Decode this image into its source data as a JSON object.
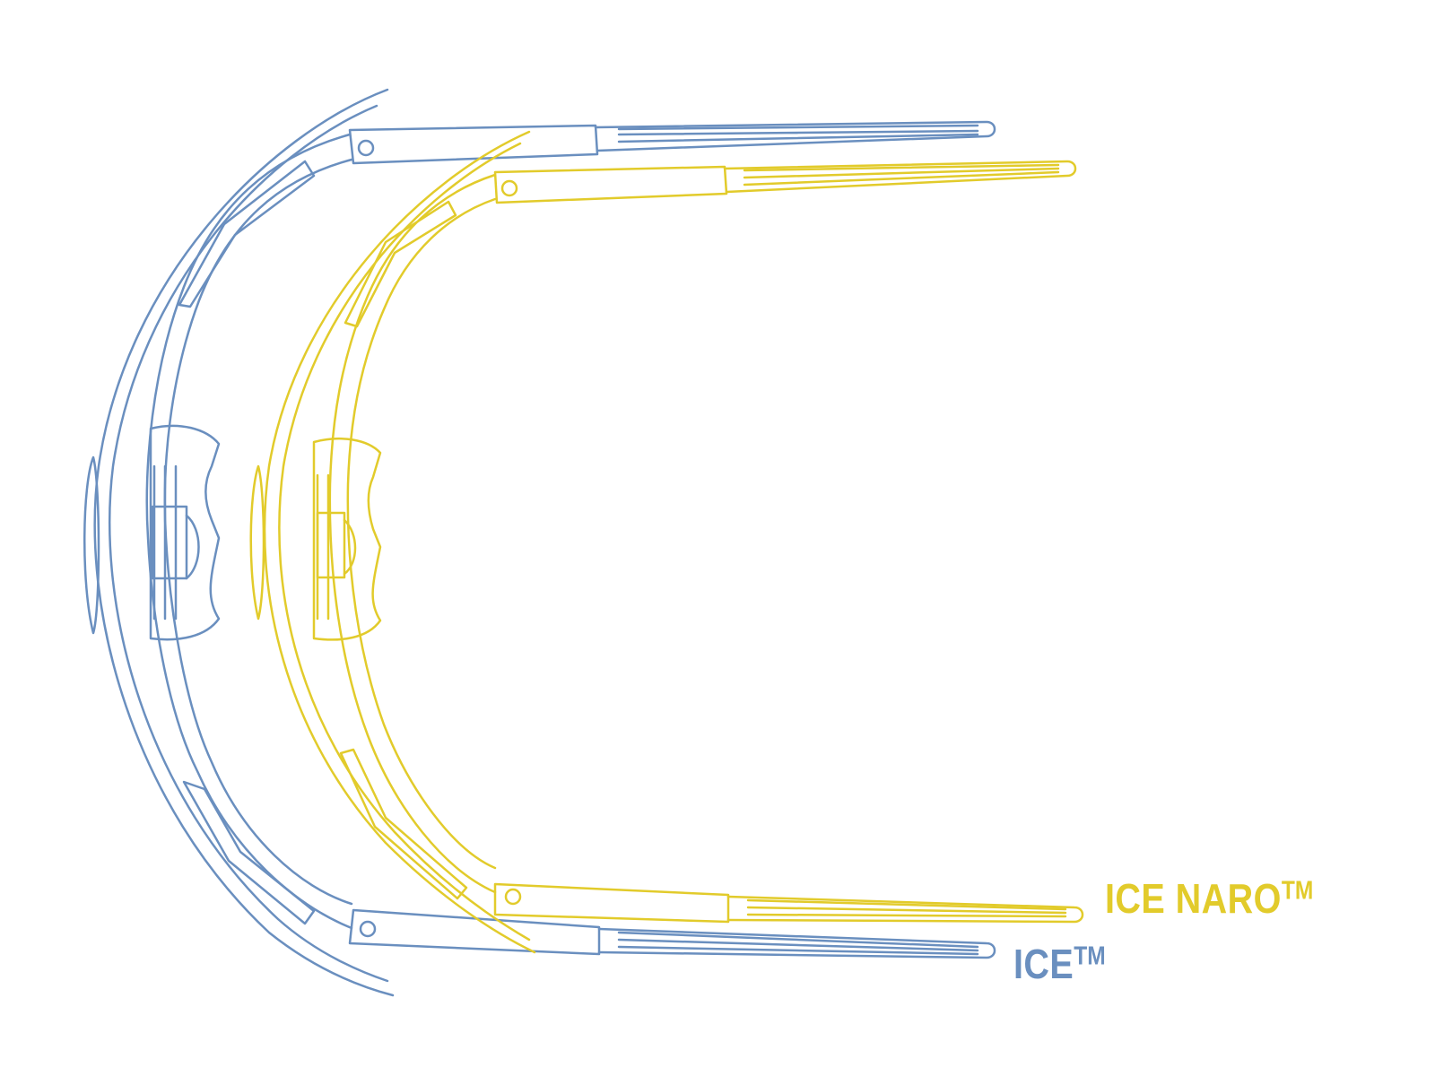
{
  "labels": {
    "ice_naro": {
      "name": "ICE NARO",
      "mark": "TM"
    },
    "ice": {
      "name": "ICE",
      "mark": "TM"
    }
  },
  "colors": {
    "ice_naro": "#E2CB2B",
    "ice": "#6A8FBF",
    "background": "#FFFFFF"
  }
}
